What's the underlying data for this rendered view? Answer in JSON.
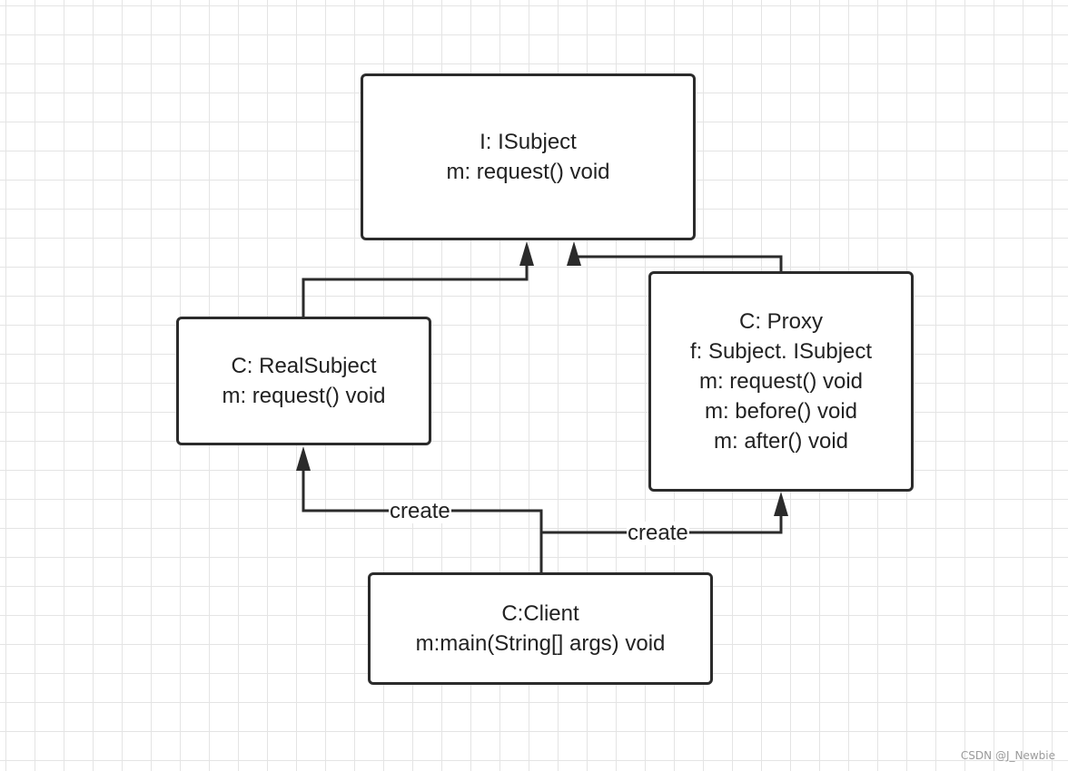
{
  "nodes": {
    "isubject": {
      "lines": [
        "I: ISubject",
        "m: request() void"
      ]
    },
    "realsubject": {
      "lines": [
        "C: RealSubject",
        "m: request() void"
      ]
    },
    "proxy": {
      "lines": [
        "C: Proxy",
        "f: Subject. ISubject",
        "m: request() void",
        "m: before() void",
        "m: after() void"
      ]
    },
    "client": {
      "lines": [
        "C:Client",
        "m:main(String[] args) void"
      ]
    }
  },
  "edges": {
    "client_to_realsubject": {
      "label": "create"
    },
    "client_to_proxy": {
      "label": "create"
    }
  },
  "watermark": "CSDN @J_Newbie"
}
